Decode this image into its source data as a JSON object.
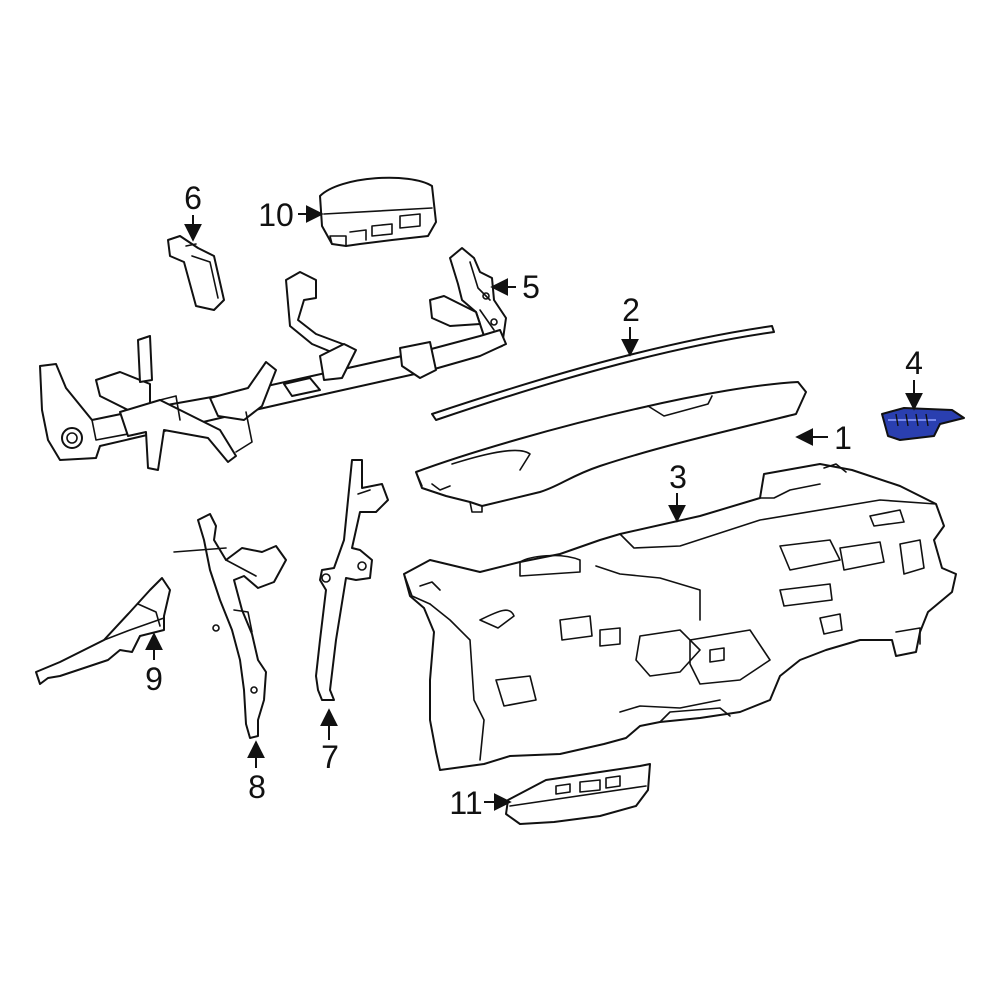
{
  "diagram": {
    "highlight_color": "#2a3fb0",
    "line_color": "#111111",
    "callouts": [
      {
        "id": "1",
        "label": "1"
      },
      {
        "id": "2",
        "label": "2"
      },
      {
        "id": "3",
        "label": "3"
      },
      {
        "id": "4",
        "label": "4",
        "highlighted": true
      },
      {
        "id": "5",
        "label": "5"
      },
      {
        "id": "6",
        "label": "6"
      },
      {
        "id": "7",
        "label": "7"
      },
      {
        "id": "8",
        "label": "8"
      },
      {
        "id": "9",
        "label": "9"
      },
      {
        "id": "10",
        "label": "10"
      },
      {
        "id": "11",
        "label": "11"
      }
    ]
  }
}
